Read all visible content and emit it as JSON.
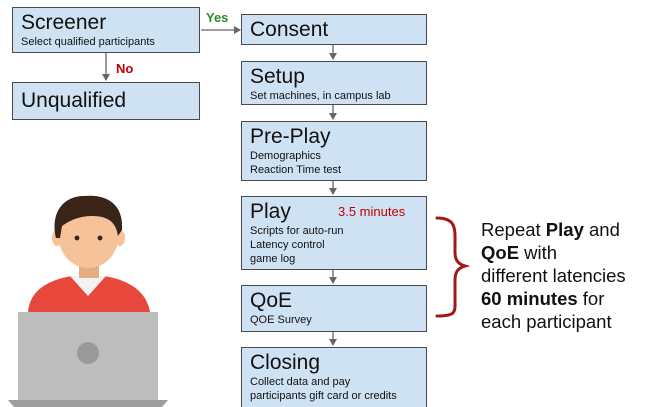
{
  "colors": {
    "box_fill": "#cfe2f3",
    "yes": "#2e8b2e",
    "no": "#c00000",
    "duration": "#c00000",
    "brace": "#a01818",
    "skin": "#f6c29a",
    "hair": "#3a2418",
    "shirt": "#e8473b",
    "laptop": "#bdbdbd"
  },
  "nodes": {
    "screener": {
      "title": "Screener",
      "lines": [
        "Select qualified participants"
      ]
    },
    "unqualified": {
      "title": "Unqualified"
    },
    "consent": {
      "title": "Consent"
    },
    "setup": {
      "title": "Setup",
      "lines": [
        "Set machines, in campus lab"
      ]
    },
    "preplay": {
      "title": "Pre-Play",
      "lines": [
        "Demographics",
        "Reaction Time test"
      ]
    },
    "play": {
      "title": "Play",
      "duration": "3.5 minutes",
      "lines": [
        "Scripts for auto-run",
        "Latency control",
        "game log"
      ]
    },
    "qoe": {
      "title": "QoE",
      "lines": [
        "QOE Survey"
      ]
    },
    "closing": {
      "title": "Closing",
      "lines": [
        "Collect data and pay",
        "participants gift card or credits"
      ]
    }
  },
  "edges": {
    "yes_label": "Yes",
    "no_label": "No"
  },
  "repeat_note": {
    "t1": "Repeat ",
    "b1": "Play",
    "t2": " and",
    "b2": "QoE",
    "t3": " with",
    "t4": "different latencies",
    "b3": "60 minutes",
    "t5": " for",
    "t6": "each participant"
  },
  "icons": {
    "person": "person-at-laptop-icon",
    "brace": "right-curly-brace-icon"
  }
}
